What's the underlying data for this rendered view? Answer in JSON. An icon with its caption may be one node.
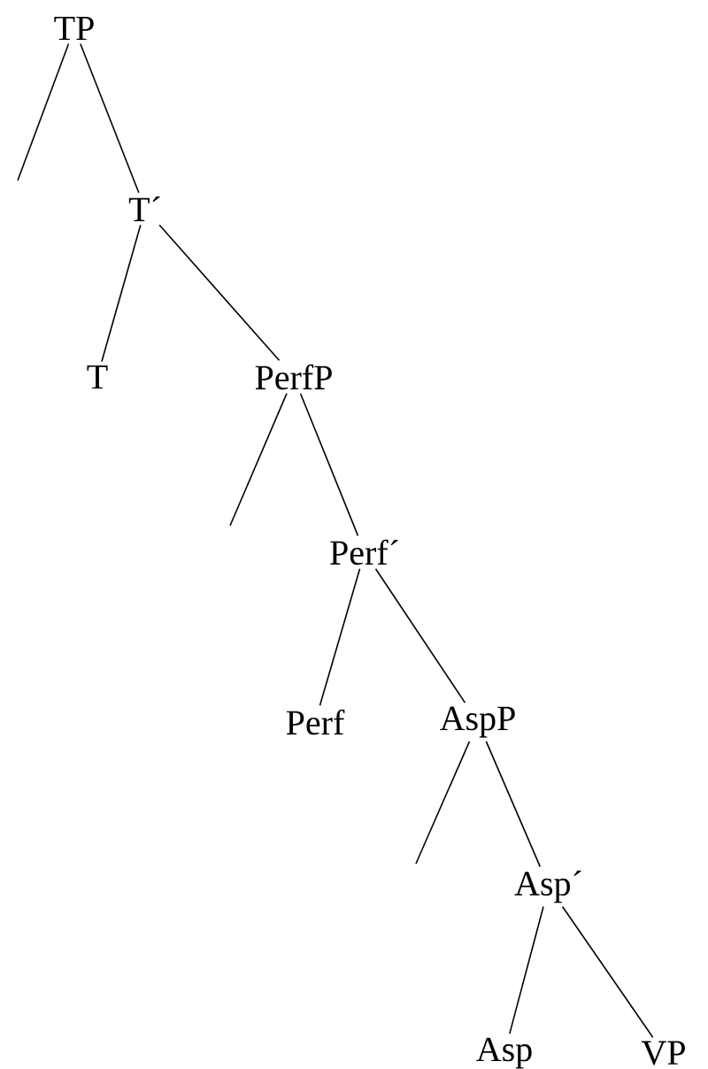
{
  "diagram": {
    "nodes": [
      {
        "text": [
          "TP"
        ]
      },
      {
        "text": [
          "T´"
        ]
      },
      {
        "text": [
          "T"
        ]
      },
      {
        "text": [
          "PerfP"
        ]
      },
      {
        "text": [
          "Perf´"
        ]
      },
      {
        "text": [
          "Perf"
        ]
      },
      {
        "text": [
          "AspP"
        ]
      },
      {
        "text": [
          "Asp´"
        ]
      },
      {
        "text": [
          "Asp"
        ]
      },
      {
        "text": [
          "VP"
        ]
      }
    ],
    "edges": [
      {
        "from": 0,
        "to": null,
        "arrow": "none"
      },
      {
        "from": 0,
        "to": 1,
        "arrow": "none"
      },
      {
        "from": 1,
        "to": 2,
        "arrow": "none"
      },
      {
        "from": 1,
        "to": 3,
        "arrow": "none"
      },
      {
        "from": 3,
        "to": null,
        "arrow": "none"
      },
      {
        "from": 3,
        "to": 4,
        "arrow": "none"
      },
      {
        "from": 4,
        "to": 5,
        "arrow": "none"
      },
      {
        "from": 4,
        "to": 6,
        "arrow": "none"
      },
      {
        "from": 6,
        "to": null,
        "arrow": "none"
      },
      {
        "from": 6,
        "to": 7,
        "arrow": "none"
      },
      {
        "from": 7,
        "to": 8,
        "arrow": "none"
      },
      {
        "from": 7,
        "to": 9,
        "arrow": "none"
      }
    ]
  }
}
